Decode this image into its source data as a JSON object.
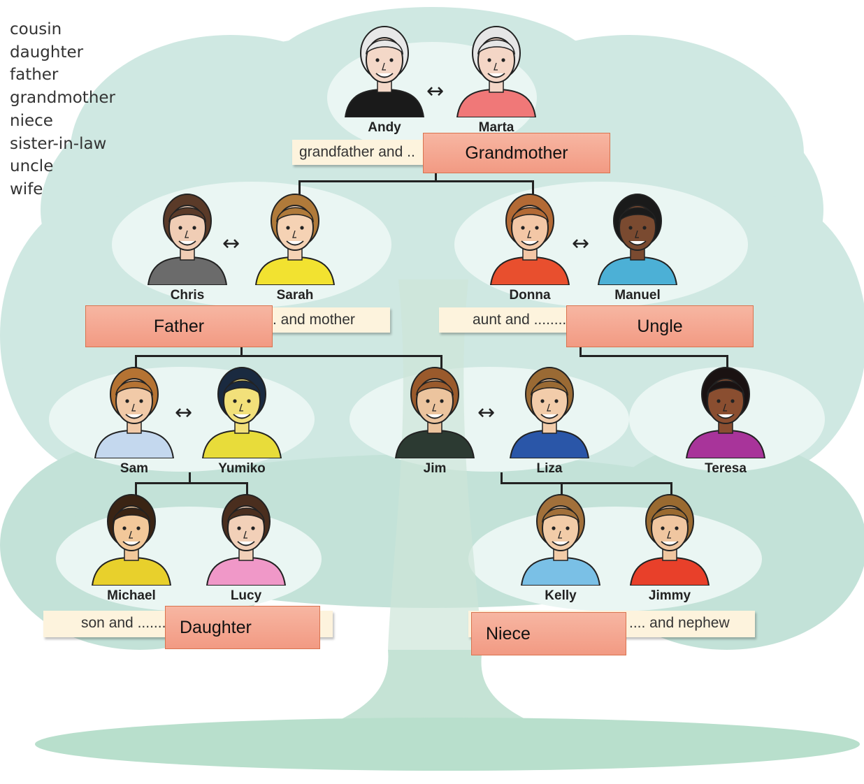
{
  "word_list": [
    "cousin",
    "daughter",
    "father",
    "grandmother",
    "niece",
    "sister-in-law",
    "uncle",
    "wife"
  ],
  "people": [
    {
      "id": "andy",
      "name": "Andy",
      "skin": "#f4d8c8",
      "hair": "#e8e8e8",
      "shirt": "#1a1a1a"
    },
    {
      "id": "marta",
      "name": "Marta",
      "skin": "#f4d6c6",
      "hair": "#e6e6e6",
      "shirt": "#f07878"
    },
    {
      "id": "chris",
      "name": "Chris",
      "skin": "#f0cdb5",
      "hair": "#5a3a28",
      "shirt": "#6b6b6b"
    },
    {
      "id": "sarah",
      "name": "Sarah",
      "skin": "#f5d2b4",
      "hair": "#b07a3a",
      "shirt": "#f2e230"
    },
    {
      "id": "donna",
      "name": "Donna",
      "skin": "#f3c7a6",
      "hair": "#b36a35",
      "shirt": "#e84f2e"
    },
    {
      "id": "manuel",
      "name": "Manuel",
      "skin": "#7a4a30",
      "hair": "#1a1a1a",
      "shirt": "#4cb0d6"
    },
    {
      "id": "sam",
      "name": "Sam",
      "skin": "#f1caa8",
      "hair": "#b57333",
      "shirt": "#c4d8ee"
    },
    {
      "id": "yumiko",
      "name": "Yumiko",
      "skin": "#f2e07a",
      "hair": "#1a2a40",
      "shirt": "#e8dc3a"
    },
    {
      "id": "jim",
      "name": "Jim",
      "skin": "#ecc49e",
      "hair": "#9a5a2c",
      "shirt": "#2c3a32"
    },
    {
      "id": "liza",
      "name": "Liza",
      "skin": "#f2ccaa",
      "hair": "#9a6a34",
      "shirt": "#2a56a8"
    },
    {
      "id": "teresa",
      "name": "Teresa",
      "skin": "#8a4e30",
      "hair": "#1a1212",
      "shirt": "#a8349a"
    },
    {
      "id": "michael",
      "name": "Michael",
      "skin": "#f2c89a",
      "hair": "#3a2414",
      "shirt": "#e8d02c"
    },
    {
      "id": "lucy",
      "name": "Lucy",
      "skin": "#f2d0b8",
      "hair": "#4a2e1e",
      "shirt": "#f098c8"
    },
    {
      "id": "kelly",
      "name": "Kelly",
      "skin": "#f2cca8",
      "hair": "#a2703a",
      "shirt": "#7ac0e6"
    },
    {
      "id": "jimmy",
      "name": "Jimmy",
      "skin": "#f0c6a0",
      "hair": "#9a6a30",
      "shirt": "#e8402a"
    }
  ],
  "captions": {
    "grandparents": "grandfather and ..",
    "chris_sarah": ". and mother",
    "donna_manuel": "aunt and ........",
    "kids_left": "son and .......",
    "kids_right": ".... and nephew"
  },
  "answers": {
    "grandmother": "Grandmother",
    "father": "Father",
    "uncle": "Ungle",
    "daughter": "Daughter",
    "niece": "Niece"
  },
  "marriage_arrow": "↔",
  "colors": {
    "tree_light": "#d5ece7",
    "tree_mid": "#bfe0d8",
    "trunk": "#c5e3d5",
    "answer_fill": "#f4a891",
    "answer_border": "#d9734e",
    "caption_fill": "#fdf3dd"
  }
}
